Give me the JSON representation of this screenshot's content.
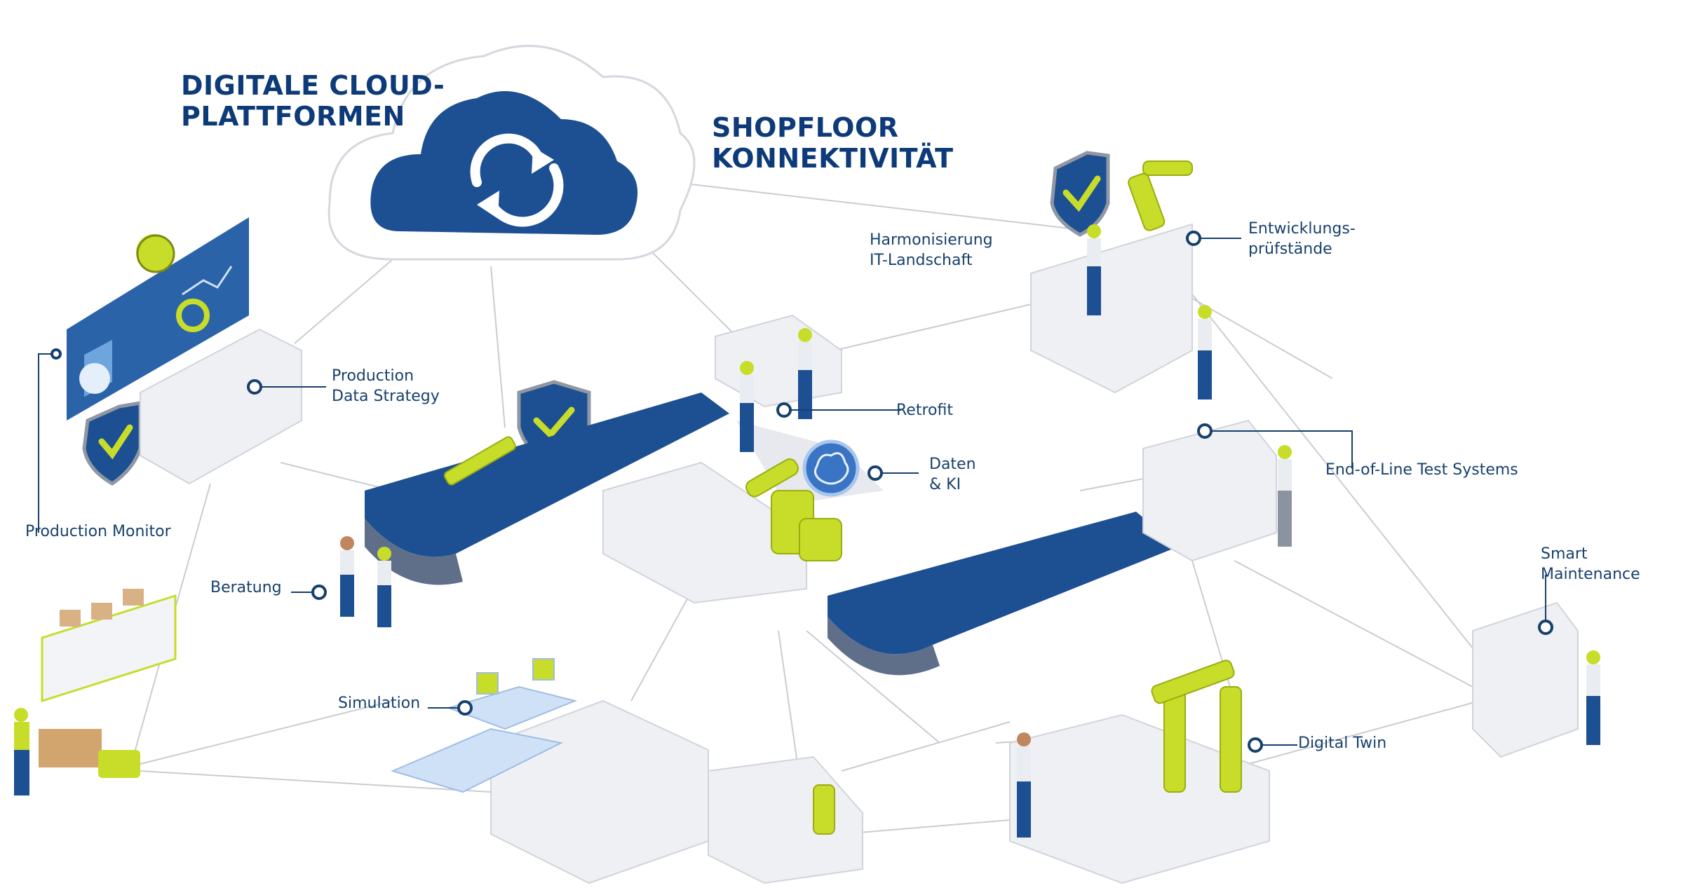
{
  "headings": {
    "cloud_platforms": "DIGITALE CLOUD-\nPLATTFORMEN",
    "shopfloor": "SHOPFLOOR\nKONNEKTIVITÄT"
  },
  "labels": {
    "production_data_strategy": "Production\nData Strategy",
    "production_monitor": "Production Monitor",
    "beratung": "Beratung",
    "simulation": "Simulation",
    "harmonisierung": "Harmonisierung\nIT-Landschaft",
    "retrofit": "Retrofit",
    "daten_ki": "Daten\n& KI",
    "entwicklungspruefstaende": "Entwicklungs-\nprüfstände",
    "end_of_line": "End-of-Line Test Systems",
    "smart_maintenance": "Smart\nMaintenance",
    "digital_twin": "Digital Twin"
  },
  "colors": {
    "navy": "#17406d",
    "blue": "#1d4f93",
    "lime": "#c8dc2a",
    "grey_line": "#c9ccd3",
    "machine": "#eef0f4"
  },
  "icons": [
    "cloud-sync-icon",
    "shield-check-icon",
    "brain-icon",
    "robot-arm-icon",
    "worker-icon",
    "checkmark-icon"
  ]
}
